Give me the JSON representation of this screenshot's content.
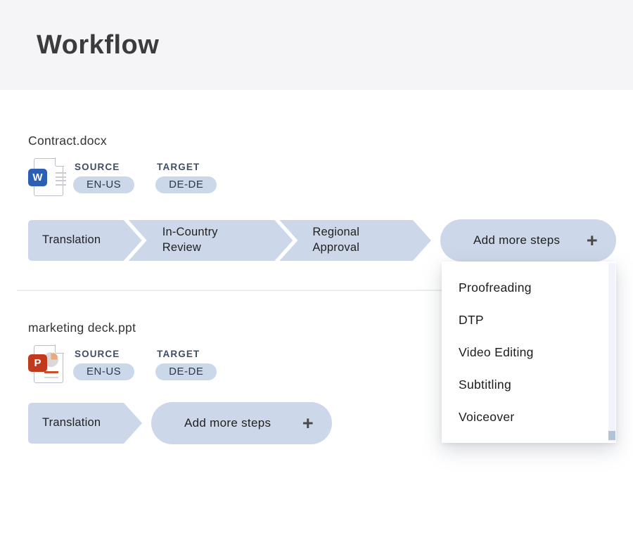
{
  "header": {
    "title": "Workflow"
  },
  "ui": {
    "plus": "+"
  },
  "dropdown": {
    "items": [
      "Proofreading",
      "DTP",
      "Video Editing",
      "Subtitling",
      "Voiceover"
    ]
  },
  "files": [
    {
      "name": "Contract.docx",
      "icon": "word-file-icon",
      "icon_letter": "W",
      "source_label": "SOURCE",
      "source_value": "EN-US",
      "target_label": "TARGET",
      "target_value": "DE-DE",
      "steps": [
        "Translation",
        "In-Country Review",
        "Regional Approval"
      ],
      "add_button_label": "Add more steps"
    },
    {
      "name": "marketing deck.ppt",
      "icon": "powerpoint-file-icon",
      "icon_letter": "P",
      "source_label": "SOURCE",
      "source_value": "EN-US",
      "target_label": "TARGET",
      "target_value": "DE-DE",
      "steps": [
        "Translation"
      ],
      "add_button_label": "Add more steps"
    }
  ],
  "colors": {
    "header_bg": "#f5f5f7",
    "step_chip": "#ccd8e9",
    "lang_pill": "#cbd8ea",
    "word_blue": "#2a5fb4",
    "ppt_red": "#c13a1d",
    "scroll_thumb": "#b4c2d9"
  }
}
